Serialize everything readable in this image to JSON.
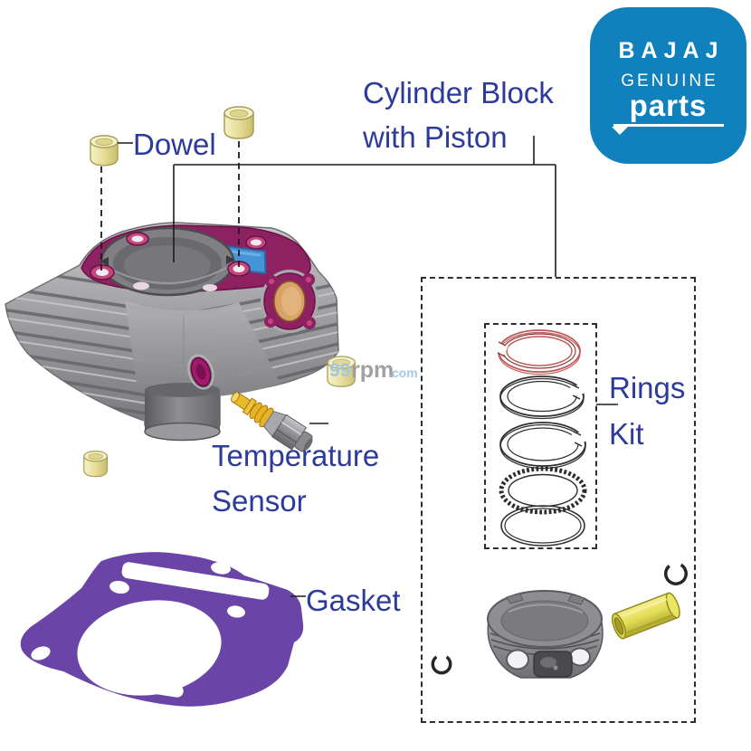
{
  "page": {
    "background": "#ffffff"
  },
  "logo": {
    "brand": "BAJAJ",
    "genuine": "GENUINE",
    "parts": "parts",
    "bg_color": "#1181be",
    "text_color": "#ffffff"
  },
  "callouts": {
    "cylinder_block": {
      "line1": "Cylinder Block",
      "line2": "with Piston"
    },
    "dowel": {
      "label": "Dowel"
    },
    "temperature_sensor": {
      "line1": "Temperature",
      "line2": "Sensor"
    },
    "gasket": {
      "label": "Gasket"
    },
    "rings_kit": {
      "line1": "Rings",
      "line2": "Kit"
    }
  },
  "watermark": {
    "prefix": "99",
    "name": "rpm",
    "suffix": ".com"
  },
  "colors": {
    "label_blue": "#2c3a9c",
    "logo_blue": "#1181be",
    "gasket_purple": "#6b44a8",
    "block_gasket_magenta": "#8e2161",
    "arrow_blue": "#4395d6",
    "port_orange": "#d9a266",
    "dowel_brass": "#e6dd96",
    "piston_pin_yellow": "#e3dc55",
    "top_ring_red": "#c05858",
    "line_black": "#1b1b1d"
  },
  "illustrated_parts": [
    "cylinder-block",
    "dowel-pin",
    "temperature-sensor",
    "gasket",
    "piston-rings",
    "piston",
    "piston-pin",
    "circlip"
  ]
}
